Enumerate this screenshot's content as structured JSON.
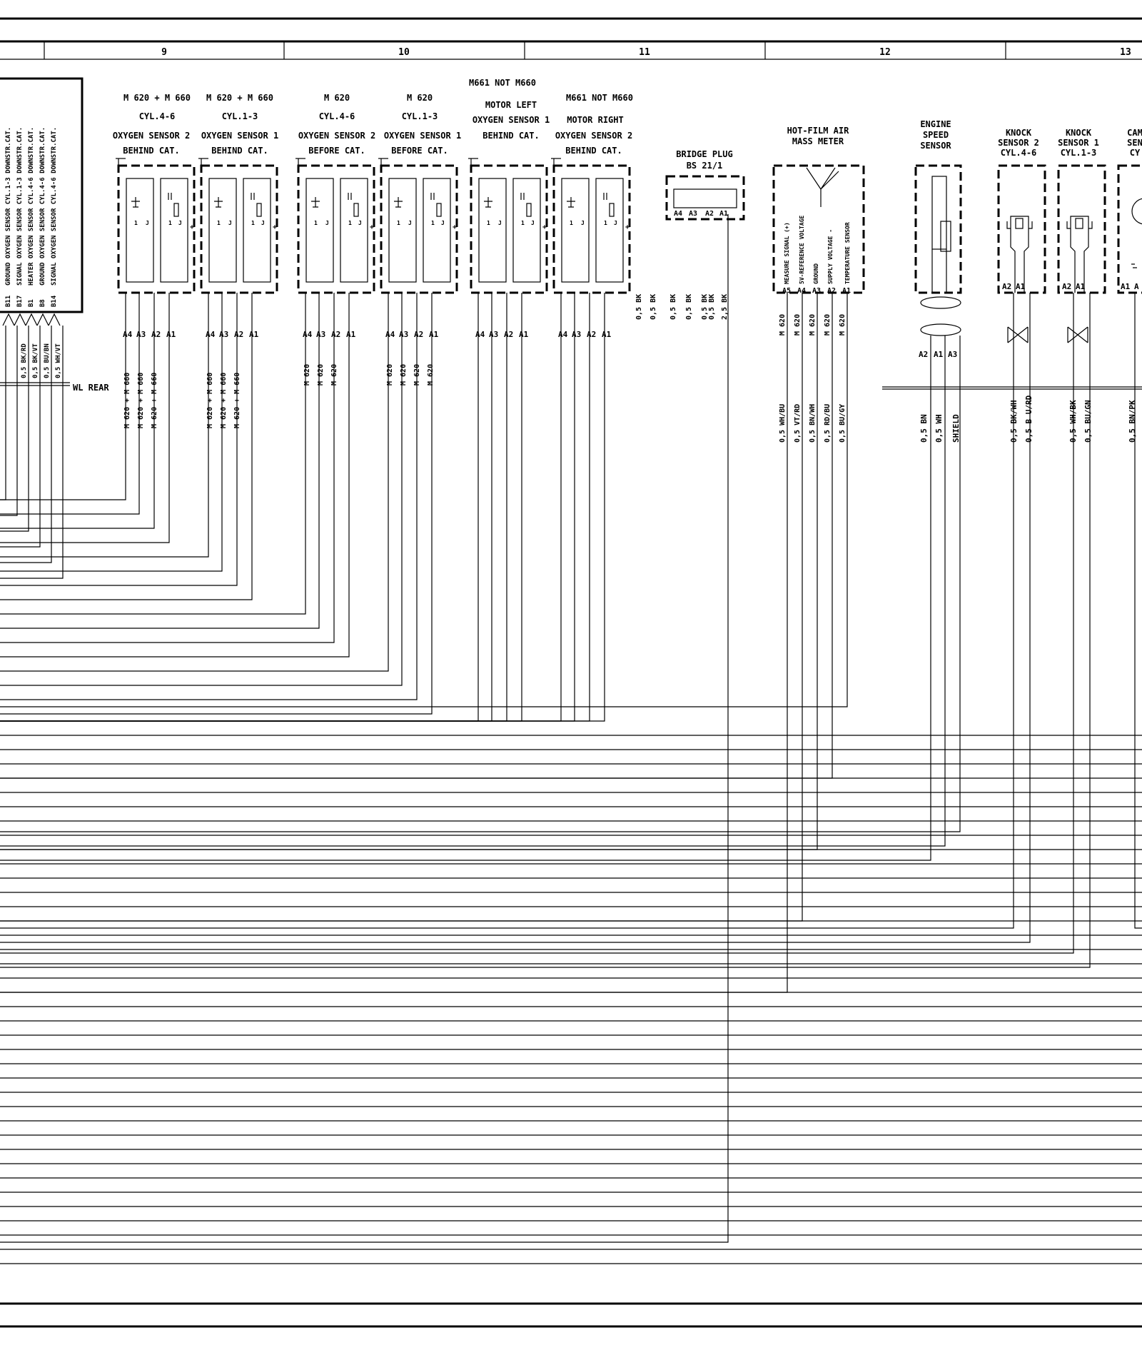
{
  "header": {
    "columns": [
      "9",
      "10",
      "11",
      "12",
      "13"
    ]
  },
  "ecu": {
    "pins": [
      "B11",
      "B17",
      "B1",
      "B8",
      "B14"
    ],
    "descriptions": [
      "GROUND OXYGEN SENSOR CYL.1-3 DOWNSTR.CAT.",
      "SIGNAL OXYGEN SENSOR CYL.1-3 DOWNSTR.CAT.",
      "HEATER OXYGEN SENSOR CYL.4-6 DOWNSTR.CAT.",
      "GROUND OXYGEN SENSOR CYL.4-6 DOWNSTR.CAT.",
      "SIGNAL OXYGEN SENSOR CYL.4-6 DOWNSTR.CAT."
    ],
    "wires": [
      "0,5 BK/VT",
      "0,5 BK/RD",
      "0,5 BU/BN",
      "0,5 WH/VT"
    ],
    "bundle_label": "WL REAR"
  },
  "sensors": [
    {
      "lines": [
        "M 620 + M 660",
        "CYL.4-6",
        "OXYGEN SENSOR 2",
        "BEHIND CAT."
      ],
      "pins": [
        "A4",
        "A3",
        "A2",
        "A1"
      ],
      "wires": [
        "M 620 + M 660",
        "M 620 + M 660",
        "M 620 + M 660"
      ]
    },
    {
      "lines": [
        "M 620 + M 660",
        "CYL.1-3",
        "OXYGEN SENSOR 1",
        "BEHIND CAT."
      ],
      "pins": [
        "A4",
        "A3",
        "A2",
        "A1"
      ],
      "wires": [
        "M 620 + M 660",
        "M 620 + M 660",
        "M 620 + M 660"
      ]
    },
    {
      "lines": [
        "M 620",
        "CYL.4-6",
        "OXYGEN SENSOR 2",
        "BEFORE CAT."
      ],
      "pins": [
        "A4",
        "A3",
        "A2",
        "A1"
      ],
      "wires": [
        "M 620",
        "M 620",
        "M 620"
      ]
    },
    {
      "lines": [
        "M 620",
        "CYL.1-3",
        "OXYGEN SENSOR 1",
        "BEFORE CAT."
      ],
      "pins": [
        "A4",
        "A3",
        "A2",
        "A1"
      ],
      "wires": [
        "M 620",
        "M 620",
        "M 620",
        "M 620"
      ]
    },
    {
      "lines": [
        "M661 NOT M660",
        "MOTOR LEFT",
        "OXYGEN SENSOR 1",
        "BEHIND CAT."
      ],
      "pins": [
        "A4",
        "A3",
        "A2",
        "A1"
      ],
      "wires": []
    },
    {
      "lines": [
        "M661 NOT M660",
        "MOTOR RIGHT",
        "OXYGEN SENSOR 2",
        "BEHIND CAT."
      ],
      "pins": [
        "A4",
        "A3",
        "A2",
        "A1"
      ],
      "wires": []
    }
  ],
  "bridge_plug": {
    "title": "BRIDGE PLUG",
    "subtitle": "BS 21/1",
    "pins": [
      "A4",
      "A3",
      "A2",
      "A1"
    ],
    "wires": [
      "0,5 BK",
      "0,5 BK",
      "0,5 BK",
      "0,5 BK",
      "0,5 BK",
      "0,5 BK",
      "2,5 BK"
    ]
  },
  "maf": {
    "title": "HOT-FILM AIR",
    "subtitle": "MASS METER",
    "internal": [
      "MEASURE SIGNAL (+)",
      "5V-REFERENCE VOLTAGE",
      "GROUND",
      "SUPPLY VOLTAGE -",
      "TEMPERATURE SENSOR"
    ],
    "pins": [
      "A5",
      "A4",
      "A3",
      "A2",
      "A1"
    ],
    "models": [
      "M 620",
      "M 620",
      "M 620",
      "M 620",
      "M 620"
    ],
    "wires": [
      "0,5 WH/BU",
      "0,5 VT/RD",
      "0,5 BN/WH",
      "0,5 RD/BU",
      "0,5 BU/GY"
    ]
  },
  "speed_sensor": {
    "lines": [
      "ENGINE",
      "SPEED",
      "SENSOR"
    ],
    "pins": [
      "A2",
      "A1",
      "A3"
    ],
    "wires": [
      "0,5 BN",
      "0,5 WH",
      "SHIELD"
    ]
  },
  "knock2": {
    "lines": [
      "KNOCK",
      "SENSOR 2",
      "CYL.4-6"
    ],
    "pins": [
      "A2",
      "A1"
    ],
    "wires": [
      "0,5 BK/WH",
      "0,5 B U/RD"
    ]
  },
  "knock1": {
    "lines": [
      "KNOCK",
      "SENSOR 1",
      "CYL.1-3"
    ],
    "pins": [
      "A2",
      "A1"
    ],
    "wires": [
      "0,5 WH/BK",
      "0,5 BU/GN"
    ]
  },
  "cam": {
    "lines": [
      "CAM",
      "SEN",
      "CY"
    ],
    "pins": [
      "A1",
      "A"
    ],
    "wires": [
      "0,5 BN/PK"
    ]
  }
}
